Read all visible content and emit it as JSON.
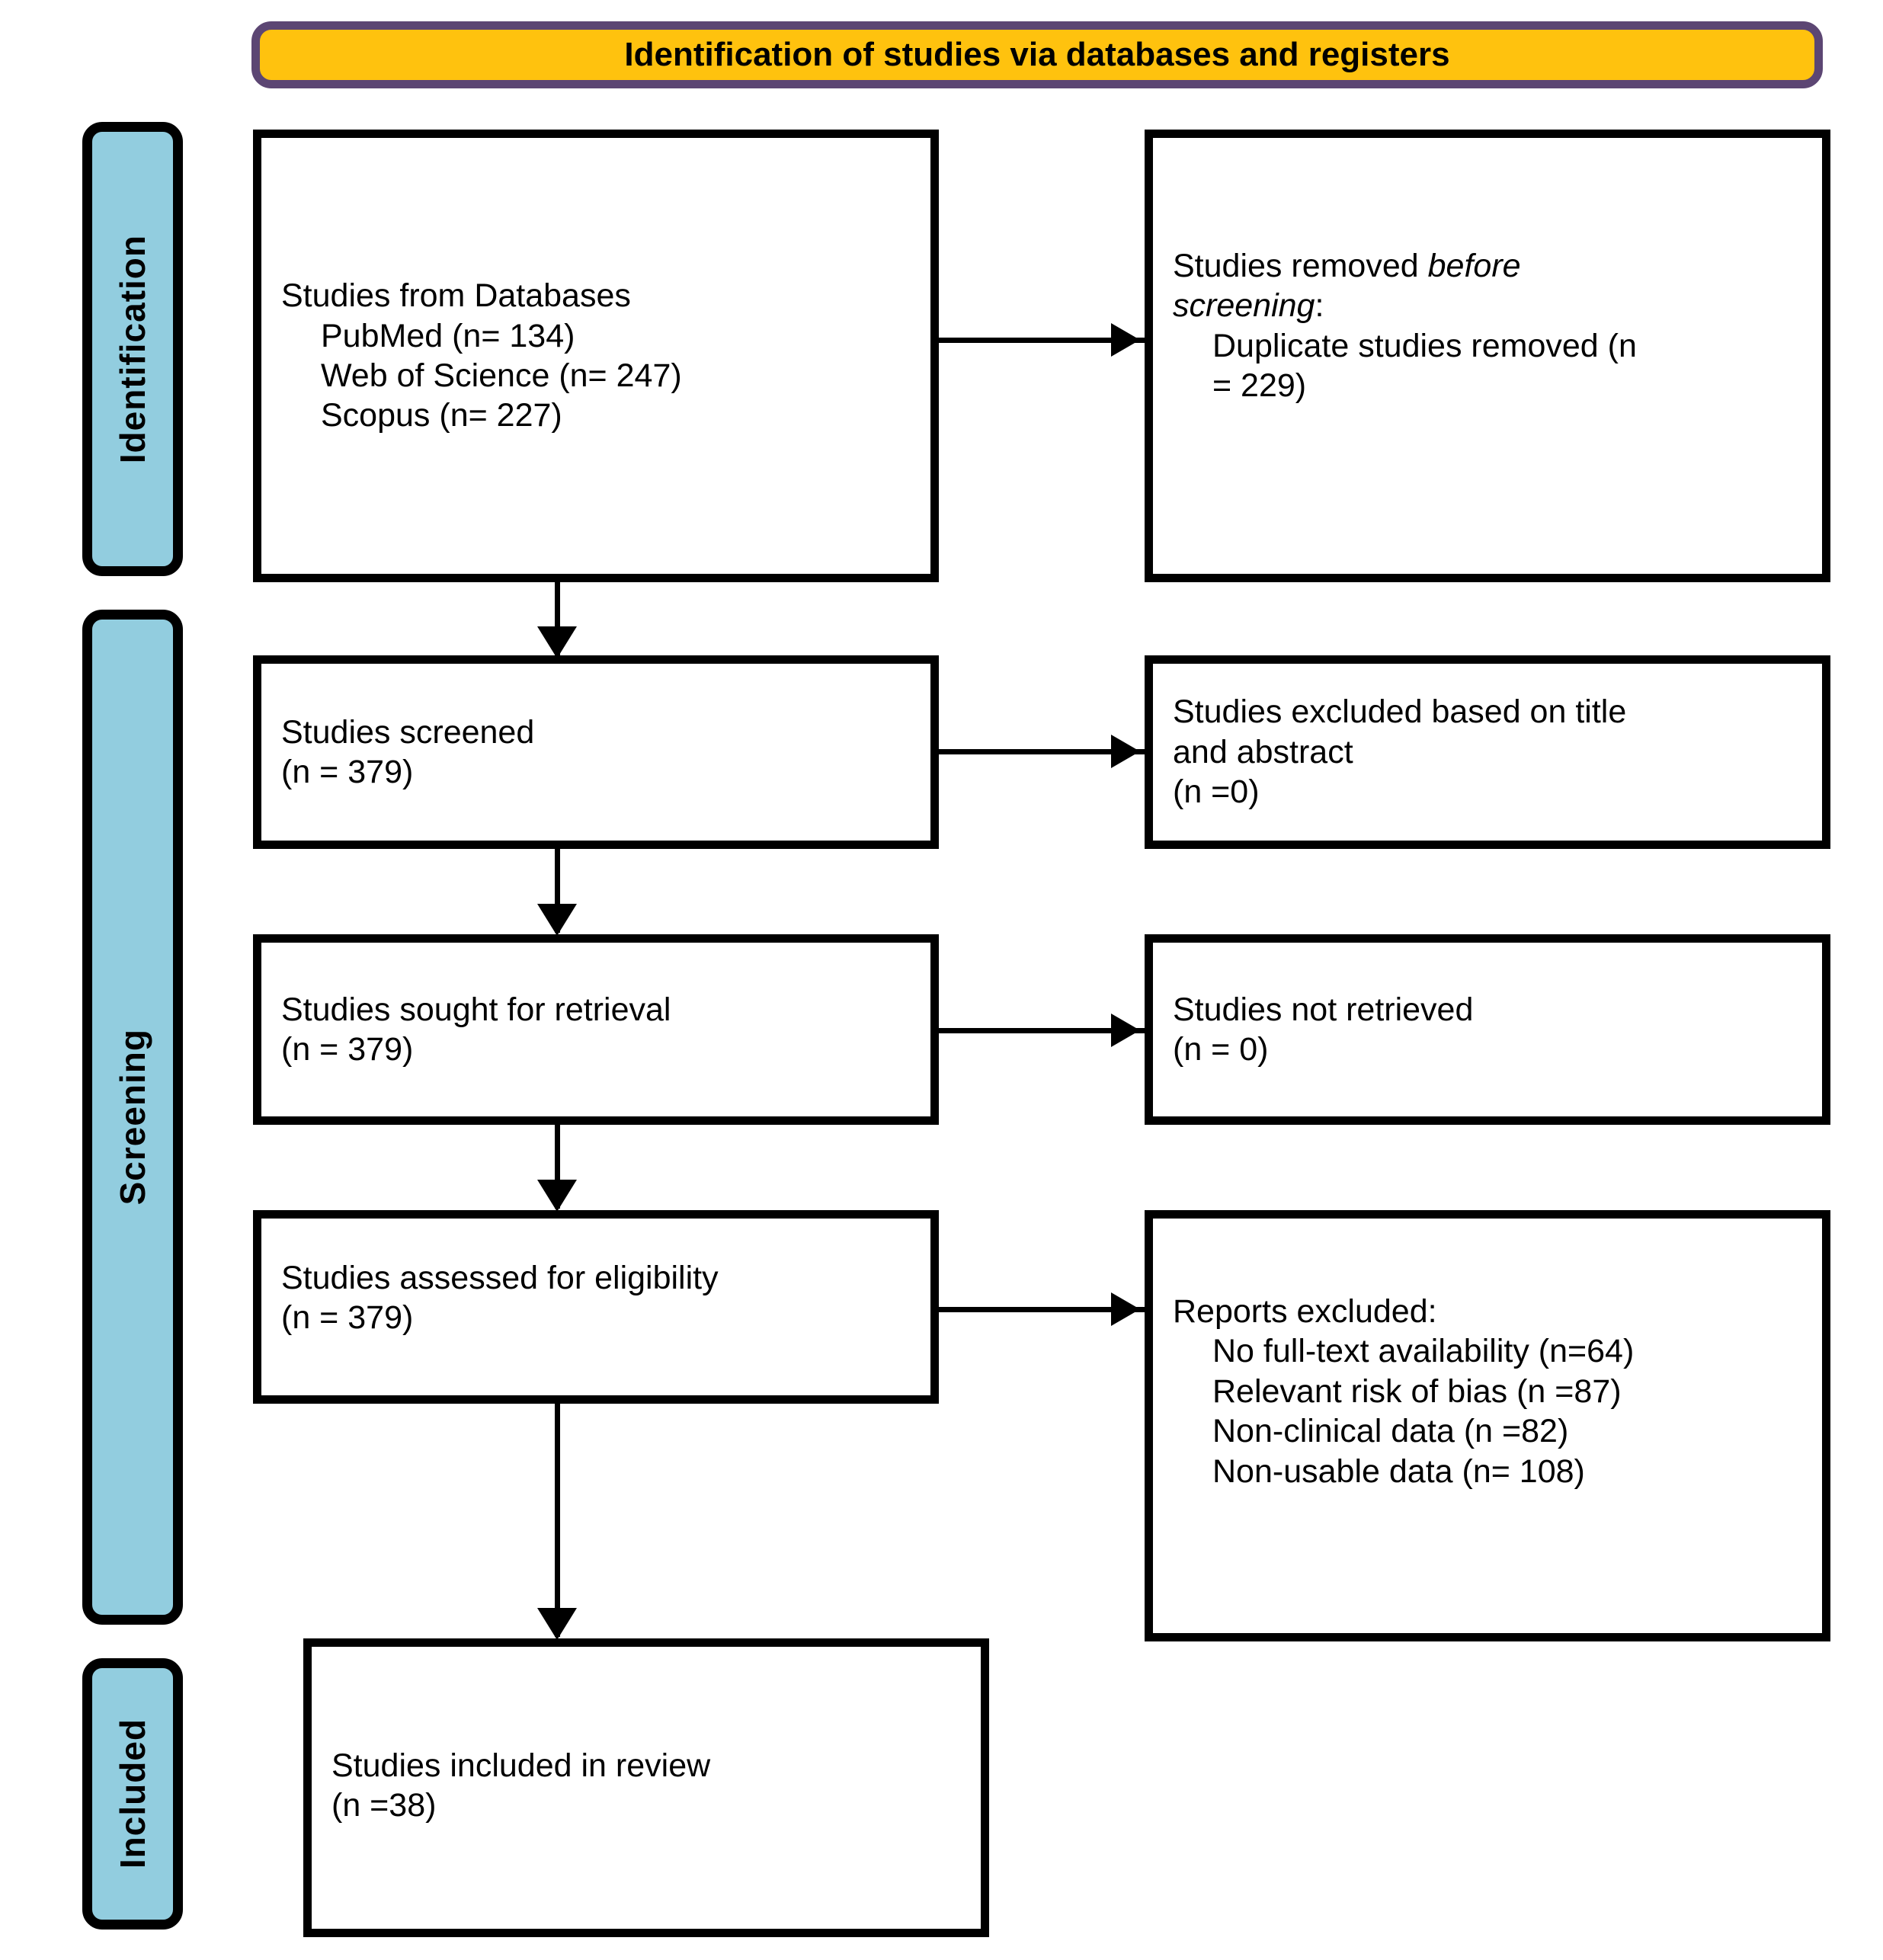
{
  "banner": {
    "title": "Identification of studies via databases and registers",
    "fill_color": "#FFC20E",
    "border_color": "#5C4673"
  },
  "stages": [
    {
      "label": "Identification"
    },
    {
      "label": "Screening"
    },
    {
      "label": "Included"
    }
  ],
  "stage_style": {
    "fill_color": "#92CDDF",
    "border_color": "#000000"
  },
  "boxes": {
    "databases": {
      "lines": [
        "Studies from Databases",
        "PubMed (n= 134)",
        "Web of Science (n= 247)",
        "Scopus (n= 227)"
      ]
    },
    "removed_before_screening": {
      "line1_plain": "Studies removed ",
      "line1_italic": "before",
      "line2_italic": "screening",
      "line2_plain": ":",
      "line3": "Duplicate studies removed (n",
      "line4": "= 229)"
    },
    "screened": {
      "lines": [
        "Studies screened",
        "(n = 379)"
      ]
    },
    "excluded_title_abstract": {
      "lines": [
        "Studies excluded based on title",
        "and abstract",
        "(n =0)"
      ]
    },
    "sought_retrieval": {
      "lines": [
        "Studies sought for retrieval",
        "(n = 379)"
      ]
    },
    "not_retrieved": {
      "lines": [
        "Studies not retrieved",
        "(n = 0)"
      ]
    },
    "assessed_eligibility": {
      "lines": [
        "Studies assessed for eligibility",
        "(n = 379)"
      ]
    },
    "reports_excluded": {
      "heading": "Reports excluded:",
      "items": [
        "No full-text availability (n=64)",
        "Relevant risk of bias (n =87)",
        "Non-clinical data (n =82)",
        "Non-usable data (n= 108)"
      ]
    },
    "included_in_review": {
      "lines": [
        "Studies included in review",
        "(n =38)"
      ]
    }
  }
}
